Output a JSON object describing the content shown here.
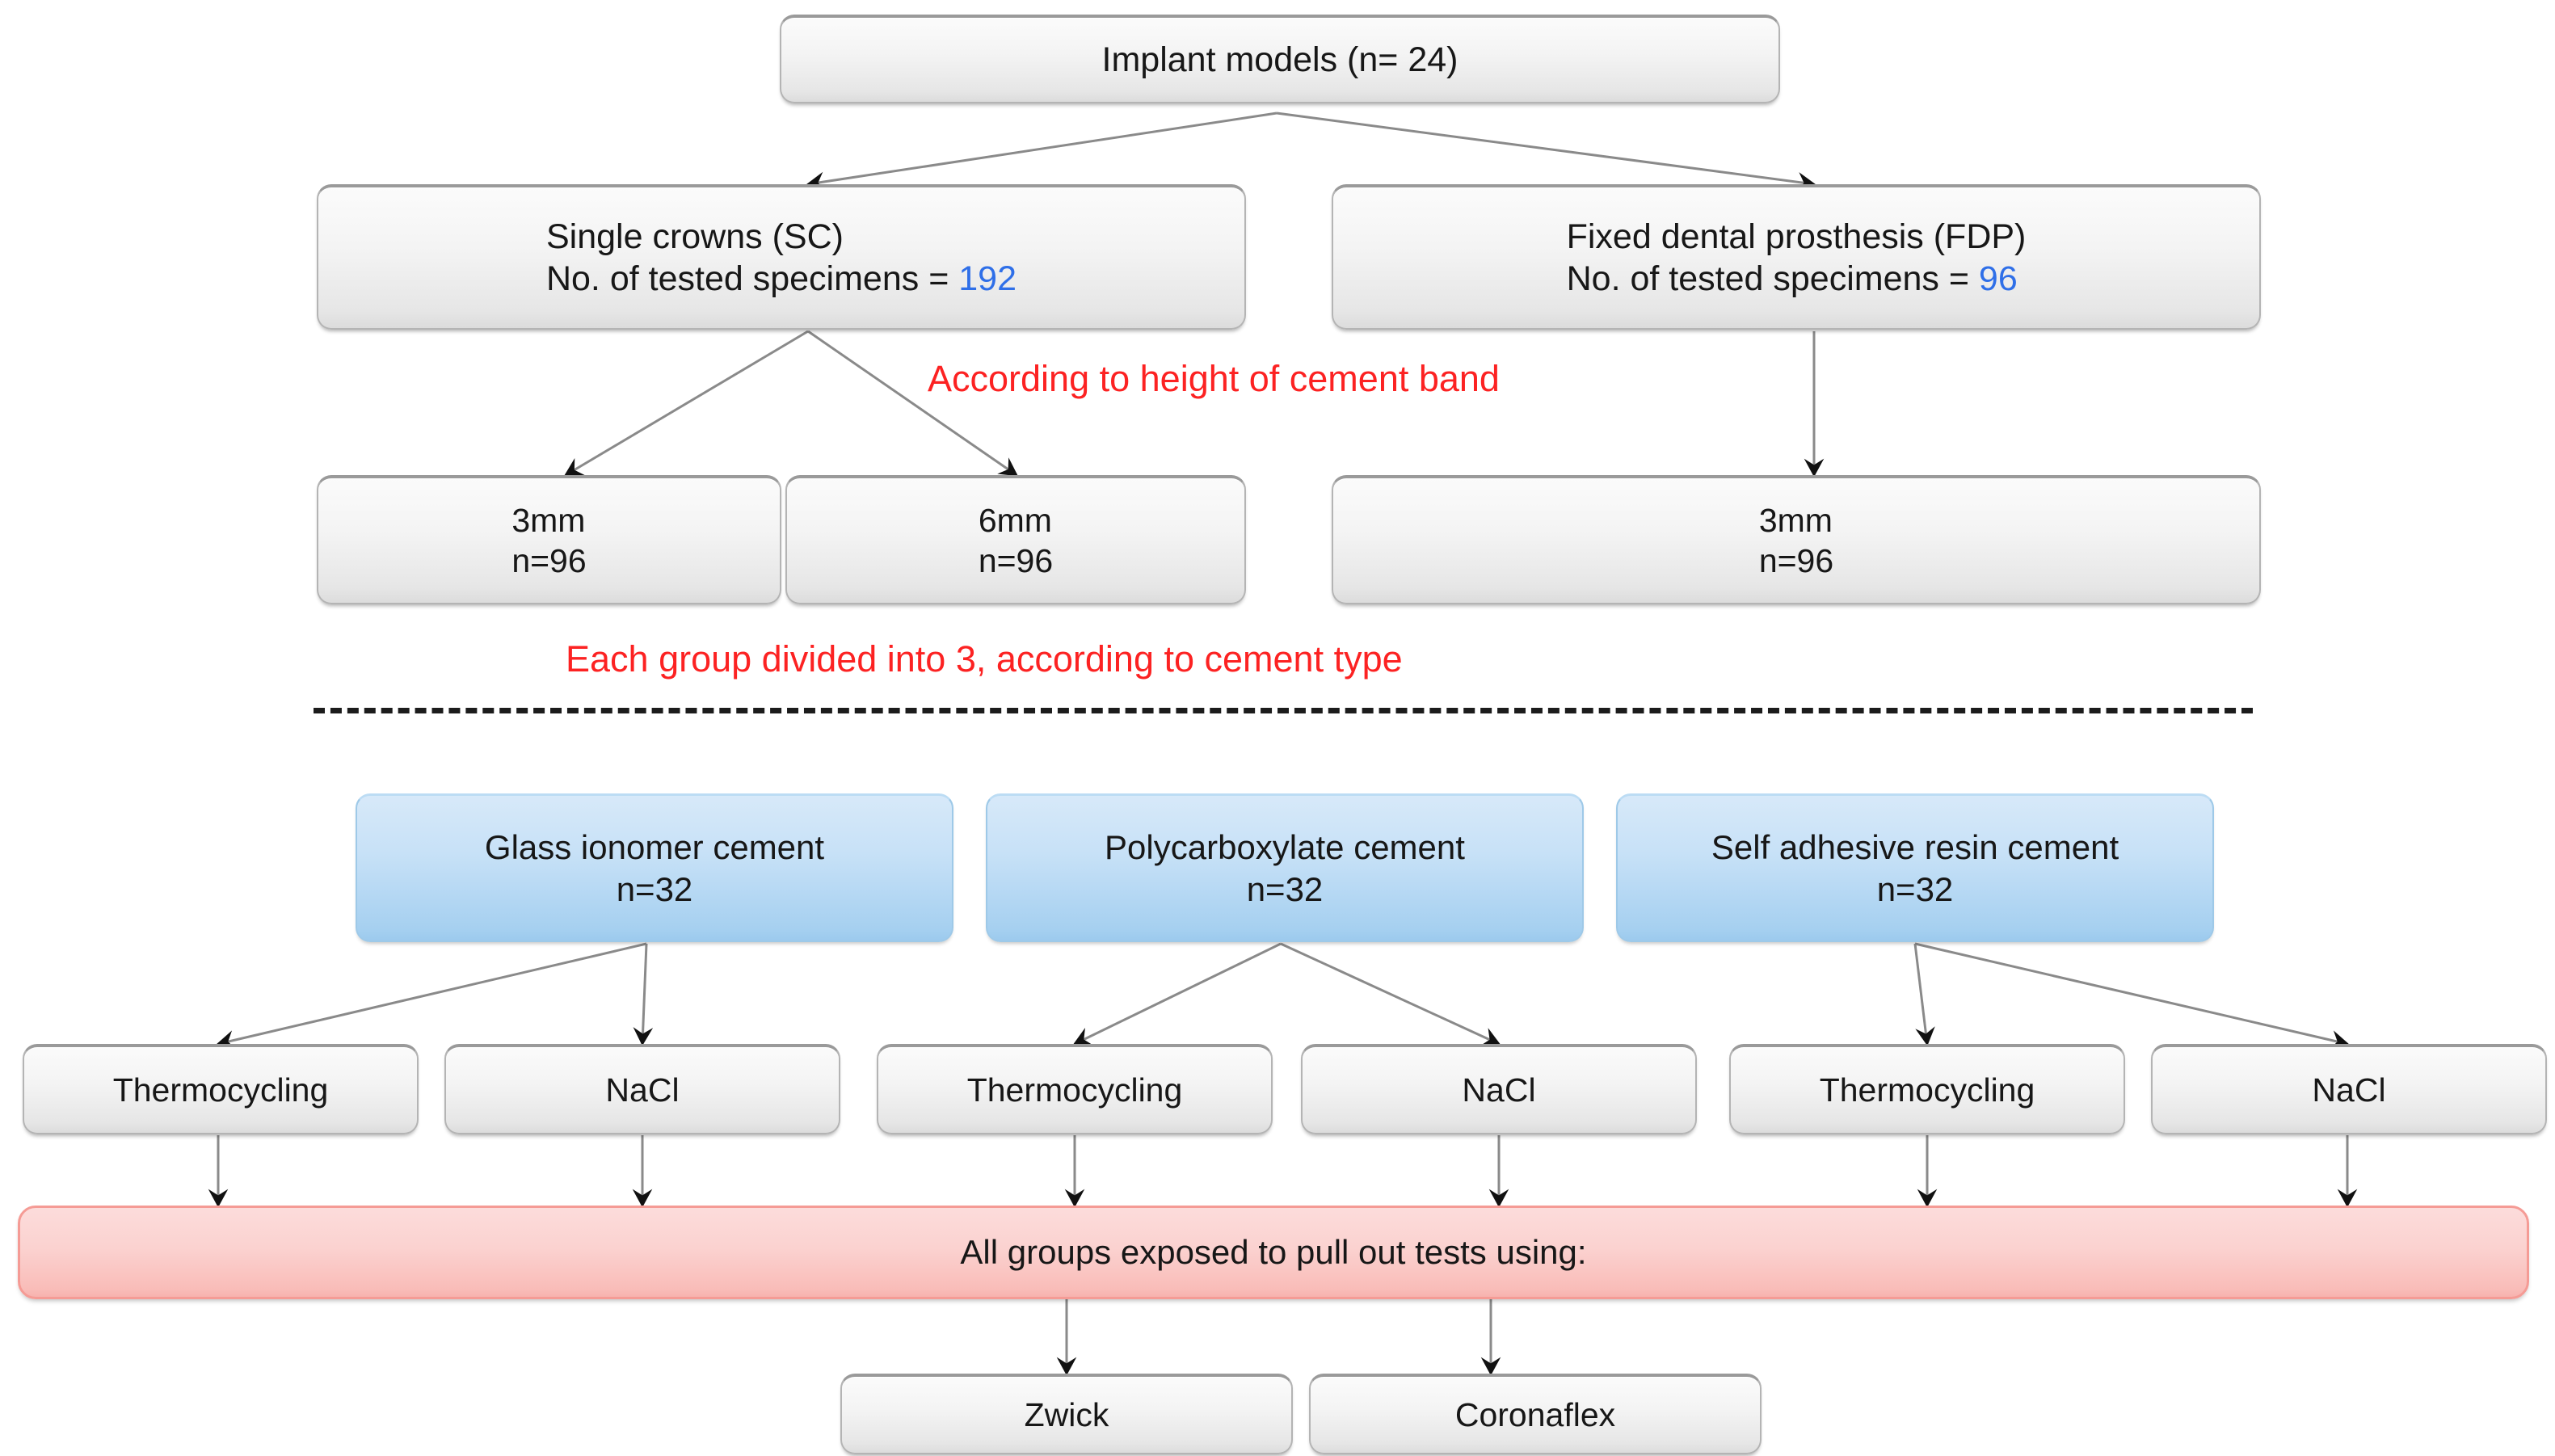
{
  "diagram": {
    "title": "Implant cement retention study flowchart",
    "colors": {
      "accent_blue_number": "#2f6fe8",
      "annotation_red": "#fc2222",
      "cement_box_fill": "#bcdcf4",
      "pullout_box_fill": "#fbd2d0",
      "default_box_fill": "#f0f0f0"
    },
    "nodes": {
      "root": {
        "label": "Implant models (n= 24)"
      },
      "single_crowns": {
        "line1": "Single crowns (SC)",
        "line2_prefix": "No. of tested specimens = ",
        "line2_value": "192"
      },
      "fdp": {
        "line1": "Fixed dental prosthesis (FDP)",
        "line2_prefix": "No. of tested specimens = ",
        "line2_value": "96"
      },
      "sc_3mm": {
        "line1": "3mm",
        "line2": "n=96"
      },
      "sc_6mm": {
        "line1": "6mm",
        "line2": "n=96"
      },
      "fdp_3mm": {
        "line1": "3mm",
        "line2": "n=96"
      },
      "cement_gic": {
        "line1": "Glass ionomer cement",
        "line2": "n=32"
      },
      "cement_pcc": {
        "line1": "Polycarboxylate cement",
        "line2": "n=32"
      },
      "cement_sarc": {
        "line1": "Self adhesive resin cement",
        "line2": "n=32"
      },
      "aging": {
        "gic_thermocycling": "Thermocycling",
        "gic_nacl": "NaCl",
        "pcc_thermocycling": "Thermocycling",
        "pcc_nacl": "NaCl",
        "sarc_thermocycling": "Thermocycling",
        "sarc_nacl": "NaCl"
      },
      "pullout": {
        "label": "All groups exposed to pull out tests using:"
      },
      "machines": {
        "zwick": "Zwick",
        "coronaflex": "Coronaflex"
      }
    },
    "annotations": {
      "height_of_cement_band": "According to height of cement band",
      "divided_by_cement_type": "Each group divided into 3, according to cement type"
    }
  },
  "chart_data": {
    "type": "diagram",
    "title": "Implant models study design flowchart",
    "levels": [
      {
        "level": 0,
        "nodes": [
          {
            "id": "root",
            "text": "Implant models (n= 24)",
            "n": 24,
            "style": "grey"
          }
        ]
      },
      {
        "level": 1,
        "nodes": [
          {
            "id": "single_crowns",
            "text": "Single crowns (SC) / No. of tested specimens = 192",
            "n": 192,
            "style": "grey"
          },
          {
            "id": "fdp",
            "text": "Fixed dental prosthesis (FDP) / No. of tested specimens = 96",
            "n": 96,
            "style": "grey"
          }
        ]
      },
      {
        "level": 2,
        "nodes": [
          {
            "id": "sc_3mm",
            "text": "3mm n=96",
            "n": 96,
            "style": "grey"
          },
          {
            "id": "sc_6mm",
            "text": "6mm n=96",
            "n": 96,
            "style": "grey"
          },
          {
            "id": "fdp_3mm",
            "text": "3mm n=96",
            "n": 96,
            "style": "grey"
          }
        ]
      },
      {
        "level": 3,
        "nodes": [
          {
            "id": "cement_gic",
            "text": "Glass ionomer cement n=32",
            "n": 32,
            "style": "blue"
          },
          {
            "id": "cement_pcc",
            "text": "Polycarboxylate cement n=32",
            "n": 32,
            "style": "blue"
          },
          {
            "id": "cement_sarc",
            "text": "Self adhesive resin cement n=32",
            "n": 32,
            "style": "blue"
          }
        ]
      },
      {
        "level": 4,
        "nodes": [
          {
            "id": "gic_thermocycling",
            "text": "Thermocycling",
            "style": "grey"
          },
          {
            "id": "gic_nacl",
            "text": "NaCl",
            "style": "grey"
          },
          {
            "id": "pcc_thermocycling",
            "text": "Thermocycling",
            "style": "grey"
          },
          {
            "id": "pcc_nacl",
            "text": "NaCl",
            "style": "grey"
          },
          {
            "id": "sarc_thermocycling",
            "text": "Thermocycling",
            "style": "grey"
          },
          {
            "id": "sarc_nacl",
            "text": "NaCl",
            "style": "grey"
          }
        ]
      },
      {
        "level": 5,
        "nodes": [
          {
            "id": "pullout",
            "text": "All groups exposed to pull out tests using:",
            "style": "pink"
          }
        ]
      },
      {
        "level": 6,
        "nodes": [
          {
            "id": "zwick",
            "text": "Zwick",
            "style": "grey"
          },
          {
            "id": "coronaflex",
            "text": "Coronaflex",
            "style": "grey"
          }
        ]
      }
    ],
    "edges": [
      {
        "from": "root",
        "to": "single_crowns"
      },
      {
        "from": "root",
        "to": "fdp"
      },
      {
        "from": "single_crowns",
        "to": "sc_3mm"
      },
      {
        "from": "single_crowns",
        "to": "sc_6mm"
      },
      {
        "from": "fdp",
        "to": "fdp_3mm"
      },
      {
        "from": "cement_gic",
        "to": "gic_thermocycling"
      },
      {
        "from": "cement_gic",
        "to": "gic_nacl"
      },
      {
        "from": "cement_pcc",
        "to": "pcc_thermocycling"
      },
      {
        "from": "cement_pcc",
        "to": "pcc_nacl"
      },
      {
        "from": "cement_sarc",
        "to": "sarc_thermocycling"
      },
      {
        "from": "cement_sarc",
        "to": "sarc_nacl"
      },
      {
        "from": "gic_thermocycling",
        "to": "pullout"
      },
      {
        "from": "gic_nacl",
        "to": "pullout"
      },
      {
        "from": "pcc_thermocycling",
        "to": "pullout"
      },
      {
        "from": "pcc_nacl",
        "to": "pullout"
      },
      {
        "from": "sarc_thermocycling",
        "to": "pullout"
      },
      {
        "from": "sarc_nacl",
        "to": "pullout"
      },
      {
        "from": "pullout",
        "to": "zwick"
      },
      {
        "from": "pullout",
        "to": "coronaflex"
      }
    ],
    "annotations": [
      {
        "text": "According to height of cement band",
        "color": "#fc2222"
      },
      {
        "text": "Each group divided into 3, according to cement type",
        "color": "#fc2222"
      }
    ]
  }
}
